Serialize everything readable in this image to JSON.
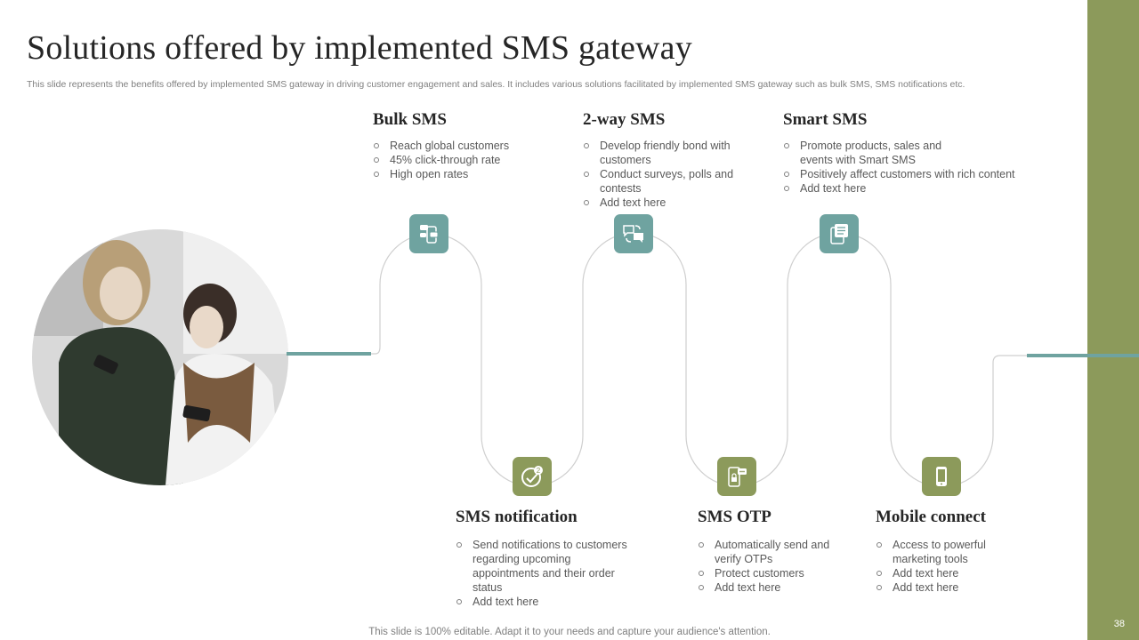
{
  "title": "Solutions offered by implemented SMS gateway",
  "subtitle": "This slide represents the benefits offered by implemented SMS gateway in driving customer engagement and sales. It includes various solutions facilitated by implemented SMS gateway such as bulk SMS, SMS notifications etc.",
  "colors": {
    "teal": "#6fa3a0",
    "olive": "#8c9a5b",
    "line": "#cfcfcf"
  },
  "solutions": [
    {
      "title": "Bulk SMS",
      "icon": "chat-phone-icon",
      "bullets": [
        "Reach global customers",
        "45% click-through rate",
        "High open rates"
      ]
    },
    {
      "title": "SMS notification",
      "icon": "notification-badge-icon",
      "bullets": [
        "Send notifications to customers regarding upcoming appointments and their order status",
        "Add text here"
      ]
    },
    {
      "title": "2-way SMS",
      "icon": "two-way-chat-icon",
      "bullets": [
        "Develop friendly bond with customers",
        "Conduct surveys, polls and contests",
        "Add text here"
      ]
    },
    {
      "title": "SMS OTP",
      "icon": "otp-lock-phone-icon",
      "bullets": [
        "Automatically send and verify OTPs",
        "Protect customers",
        "Add text here"
      ]
    },
    {
      "title": "Smart SMS",
      "icon": "document-message-icon",
      "bullets": [
        "Promote products, sales and events with Smart SMS",
        "Positively affect customers with rich content",
        "Add text here"
      ]
    },
    {
      "title": "Mobile connect",
      "icon": "mobile-phone-icon",
      "bullets": [
        "Access to powerful marketing tools",
        "Add text here",
        "Add text here"
      ]
    }
  ],
  "footer": "This slide is 100% editable. Adapt it to your needs and capture your audience's attention.",
  "page_number": "38"
}
